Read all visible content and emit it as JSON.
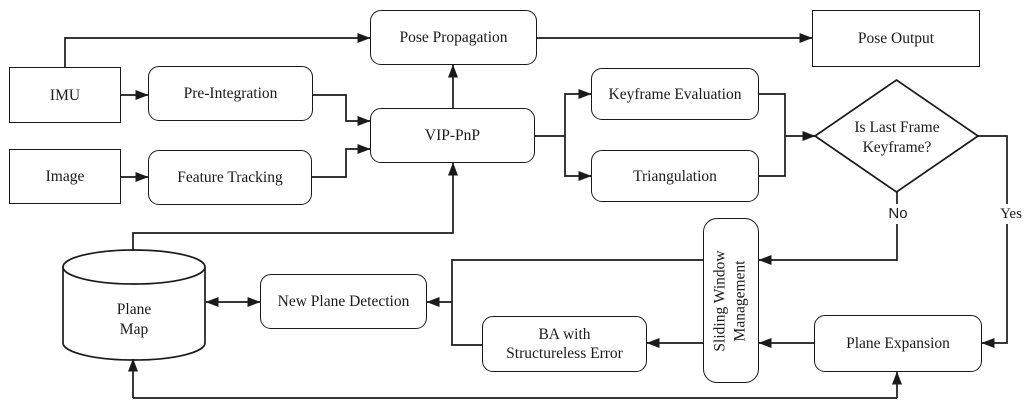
{
  "figure": {
    "type": "flowchart",
    "background": "#ffffff",
    "line_color": "#1a1a1a",
    "nodes": {
      "imu": {
        "label": "IMU",
        "shape": "rectangle"
      },
      "image": {
        "label": "Image",
        "shape": "rectangle"
      },
      "pre_integration": {
        "label": "Pre-Integration",
        "shape": "rounded-rectangle"
      },
      "feature_tracking": {
        "label": "Feature Tracking",
        "shape": "rounded-rectangle"
      },
      "vip_pnp": {
        "label": "VIP-PnP",
        "shape": "rounded-rectangle"
      },
      "pose_propagation": {
        "label": "Pose Propagation",
        "shape": "rounded-rectangle"
      },
      "pose_output": {
        "label": "Pose Output",
        "shape": "rectangle"
      },
      "keyframe_evaluation": {
        "label": "Keyframe Evaluation",
        "shape": "rounded-rectangle"
      },
      "triangulation": {
        "label": "Triangulation",
        "shape": "rounded-rectangle"
      },
      "decision": {
        "label_line1": "Is Last Frame",
        "label_line2": "Keyframe?",
        "shape": "diamond"
      },
      "sliding_window": {
        "label_line1": "Sliding Window",
        "label_line2": "Management",
        "shape": "rounded-rectangle-vertical"
      },
      "plane_expansion": {
        "label": "Plane Expansion",
        "shape": "rounded-rectangle"
      },
      "ba_structureless": {
        "label_line1": "BA with",
        "label_line2": "Structureless Error",
        "shape": "rounded-rectangle"
      },
      "new_plane_detection": {
        "label": "New Plane Detection",
        "shape": "rounded-rectangle"
      },
      "plane_map": {
        "label_line1": "Plane",
        "label_line2": "Map",
        "shape": "cylinder"
      }
    },
    "edge_labels": {
      "no": "No",
      "yes": "Yes"
    }
  }
}
